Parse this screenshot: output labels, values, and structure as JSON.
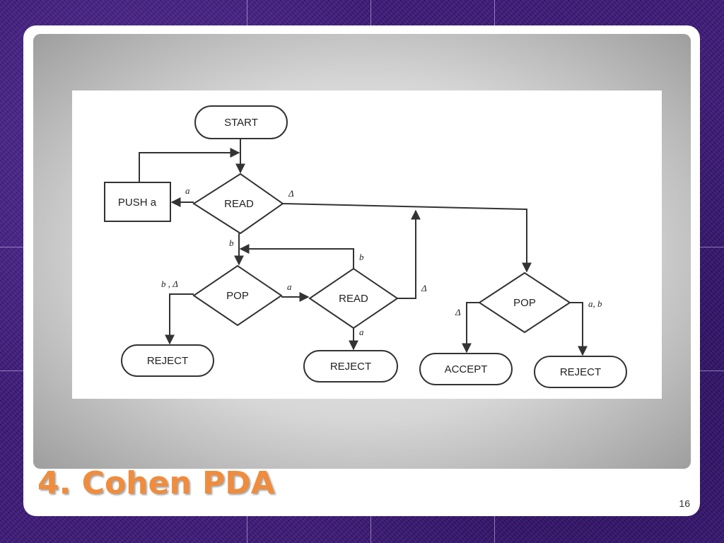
{
  "slide": {
    "title": "4. Cohen PDA",
    "number": "16"
  },
  "diagram": {
    "nodes": {
      "start": "START",
      "push": "PUSH a",
      "read1": "READ",
      "pop1": "POP",
      "read2": "READ",
      "pop2": "POP",
      "reject1": "REJECT",
      "reject2": "REJECT",
      "accept": "ACCEPT",
      "reject3": "REJECT"
    },
    "edge_labels": {
      "read1_to_push": "a",
      "read1_delta": "Δ",
      "read1_to_pop1": "b",
      "pop1_reject": "b , Δ",
      "pop1_to_read2": "a",
      "read2_loop_b": "b",
      "read2_delta": "Δ",
      "read2_reject": "a",
      "pop2_accept": "Δ",
      "pop2_reject": "a, b"
    }
  }
}
